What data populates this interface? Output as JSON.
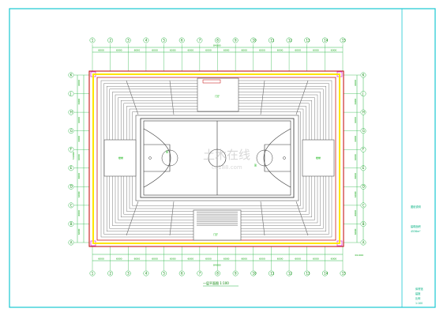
{
  "colors": {
    "frame": "#19c8d2",
    "axis": "#2fb84a",
    "yellow": "#ffe600",
    "red": "#c00000",
    "magenta": "#e040e0",
    "seat": "#6a6a6a",
    "court": "#333333"
  },
  "grid": {
    "top_labels": [
      "1",
      "2",
      "3",
      "4",
      "5",
      "6",
      "7",
      "8",
      "9",
      "10",
      "11",
      "12",
      "13",
      "14",
      "15"
    ],
    "bottom_labels": [
      "1",
      "2",
      "3",
      "4",
      "5",
      "6",
      "7",
      "8",
      "9",
      "10",
      "11",
      "12",
      "13",
      "14",
      "15"
    ],
    "left_labels": [
      "K",
      "J",
      "H",
      "G",
      "F",
      "E",
      "D",
      "C",
      "B",
      "A"
    ],
    "right_labels": [
      "K",
      "J",
      "H",
      "G",
      "F",
      "E",
      "D",
      "C",
      "B",
      "A"
    ],
    "top_dims": [
      "6000",
      "6000",
      "6000",
      "6000",
      "6000",
      "6000",
      "6000",
      "6000",
      "6000",
      "6000",
      "6000",
      "6000",
      "6000",
      "6000"
    ],
    "bottom_dims": [
      "6000",
      "6000",
      "6000",
      "6000",
      "6000",
      "6000",
      "6000",
      "6000",
      "6000",
      "6000",
      "6000",
      "6000",
      "6000",
      "6000"
    ],
    "top_total": "84000",
    "bottom_total": "84000",
    "side_dims": [
      "6000",
      "6000",
      "6000",
      "6000",
      "6000",
      "6000",
      "6000",
      "6000",
      "6000"
    ],
    "side_total": "54000"
  },
  "plan": {
    "caption": "一层平面图 1:100",
    "court_label_left": "篮",
    "court_label_right": "篮",
    "stair_left": "楼梯",
    "stair_right": "楼梯",
    "room_top": "门厅",
    "room_bottom": "门厅",
    "elevation_note": "±0.000"
  },
  "side_notes": {
    "title": "图纸说明",
    "line1": "建筑面积",
    "line2": "4536m²",
    "footer1": "体育馆",
    "footer2": "建施",
    "footer3": "比例",
    "footer4": "1:100"
  },
  "watermark": {
    "brand": "土木在线",
    "url": "co188.com"
  }
}
